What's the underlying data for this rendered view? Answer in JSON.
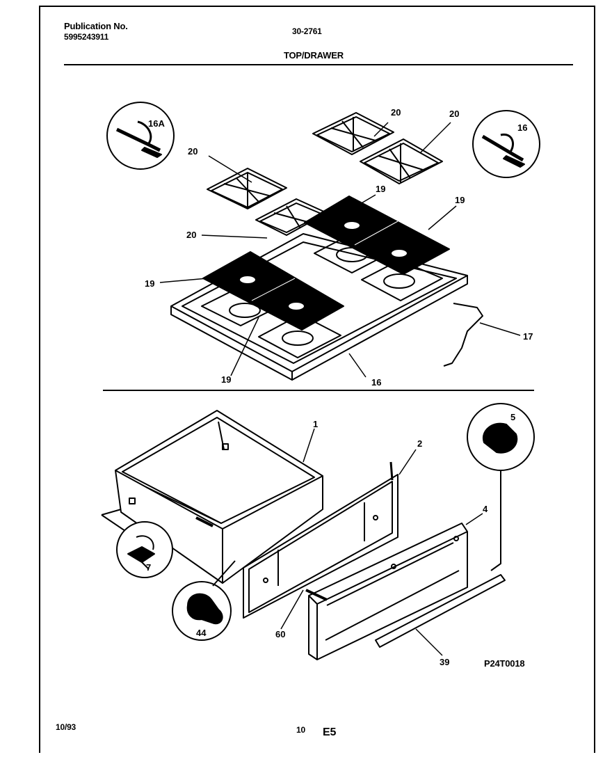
{
  "header": {
    "publication_label": "Publication No.",
    "publication_number": "5995243911",
    "model_number": "30-2761",
    "section_title": "TOP/DRAWER"
  },
  "callouts": {
    "c16a": "16A",
    "c16": "16",
    "c20_a": "20",
    "c20_b": "20",
    "c20_c": "20",
    "c20_d": "20",
    "c19_a": "19",
    "c19_b": "19",
    "c19_c": "19",
    "c19_d": "19",
    "c17": "17",
    "c16_top": "16",
    "c1": "1",
    "c2": "2",
    "c4": "4",
    "c5": "5",
    "c7": "7",
    "c44": "44",
    "c60": "60",
    "c39": "39"
  },
  "diagram_code": "P24T0018",
  "footer": {
    "date": "10/93",
    "page": "10",
    "section": "E5"
  }
}
